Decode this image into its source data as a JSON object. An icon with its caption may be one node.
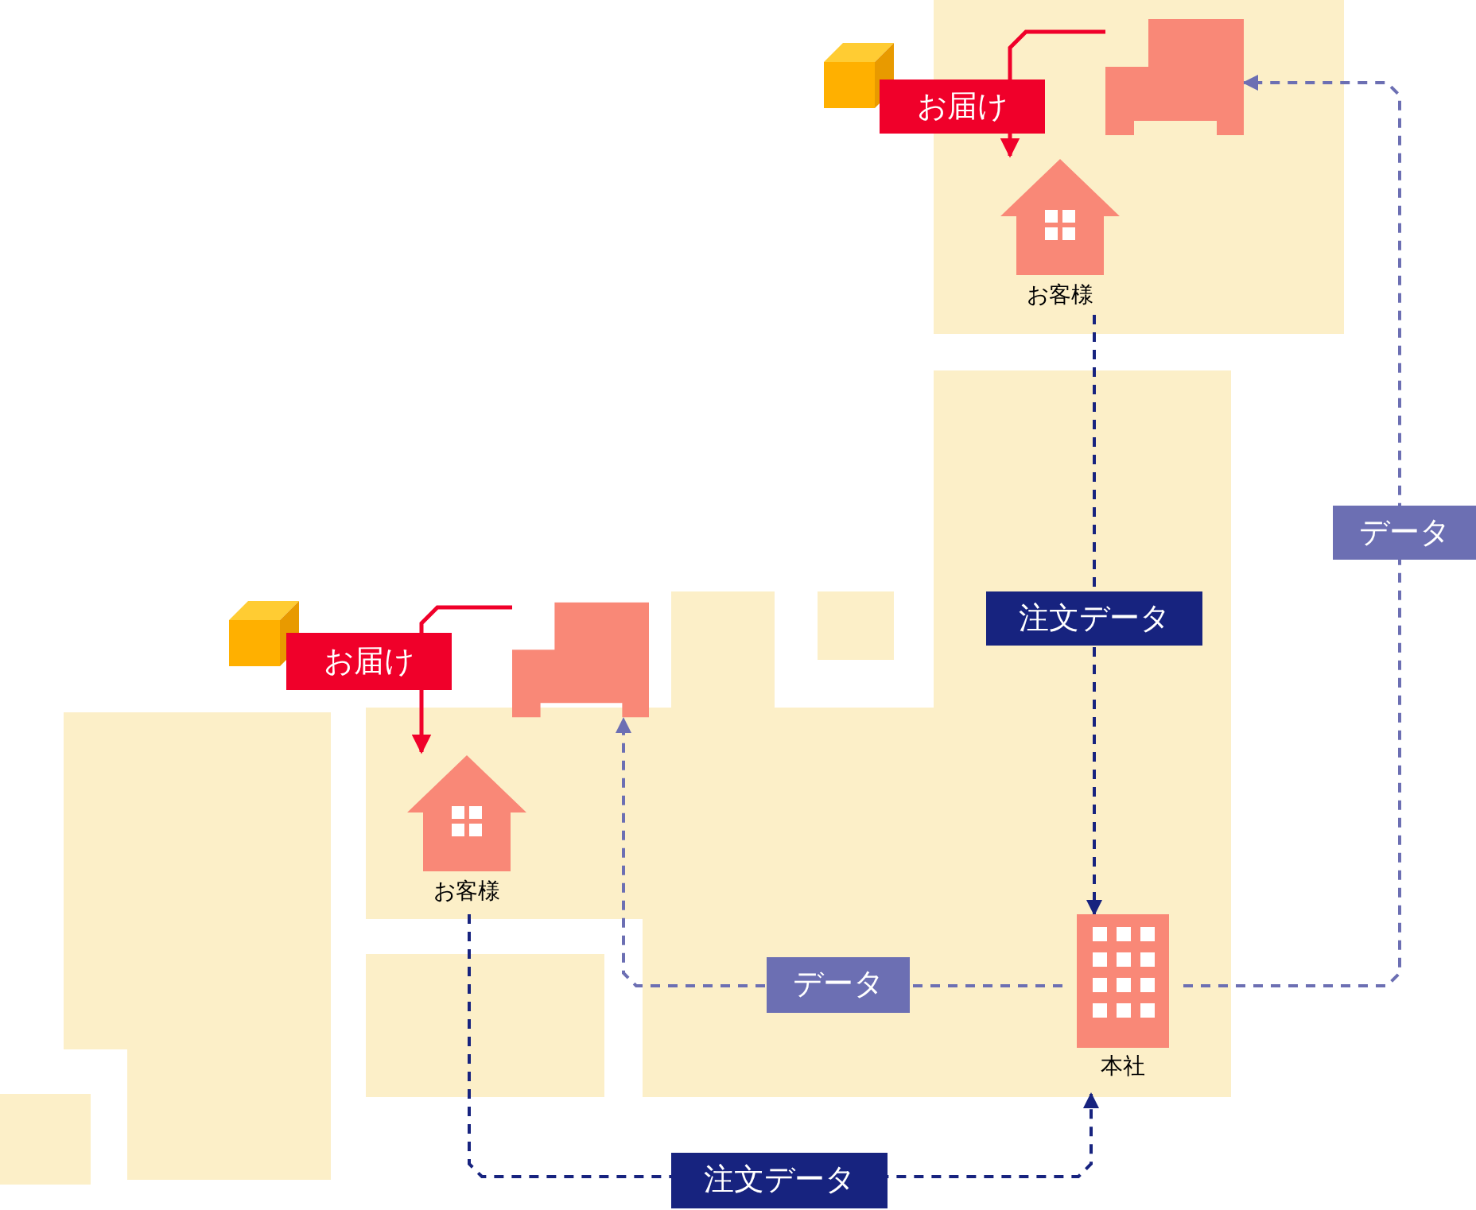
{
  "diagram": {
    "nodes": [
      {
        "text": [],
        "shape": "picture"
      },
      {
        "text": [
          "お客様"
        ]
      },
      {
        "text": [],
        "shape": "picture"
      },
      {
        "text": [
          "お客様"
        ]
      },
      {
        "text": [
          "本社"
        ]
      }
    ],
    "edges": [
      {
        "from": 0,
        "to": 1,
        "arrow": "to",
        "label": "お届け",
        "color": "#f0002a"
      },
      {
        "from": 1,
        "to": 4,
        "arrow": "to",
        "label": "注文データ",
        "style": "dashed",
        "color": "#17237f"
      },
      {
        "from": 4,
        "to": 0,
        "arrow": "to",
        "label": "データ",
        "style": "dashed",
        "color": "#6c6fb3"
      },
      {
        "from": 2,
        "to": 3,
        "arrow": "to",
        "label": "お届け",
        "color": "#f0002a"
      },
      {
        "from": 3,
        "to": 4,
        "arrow": "to",
        "label": "注文データ",
        "style": "dashed",
        "color": "#17237f"
      },
      {
        "from": 4,
        "to": 2,
        "arrow": "to",
        "label": "データ",
        "style": "dashed",
        "color": "#6c6fb3"
      }
    ]
  }
}
